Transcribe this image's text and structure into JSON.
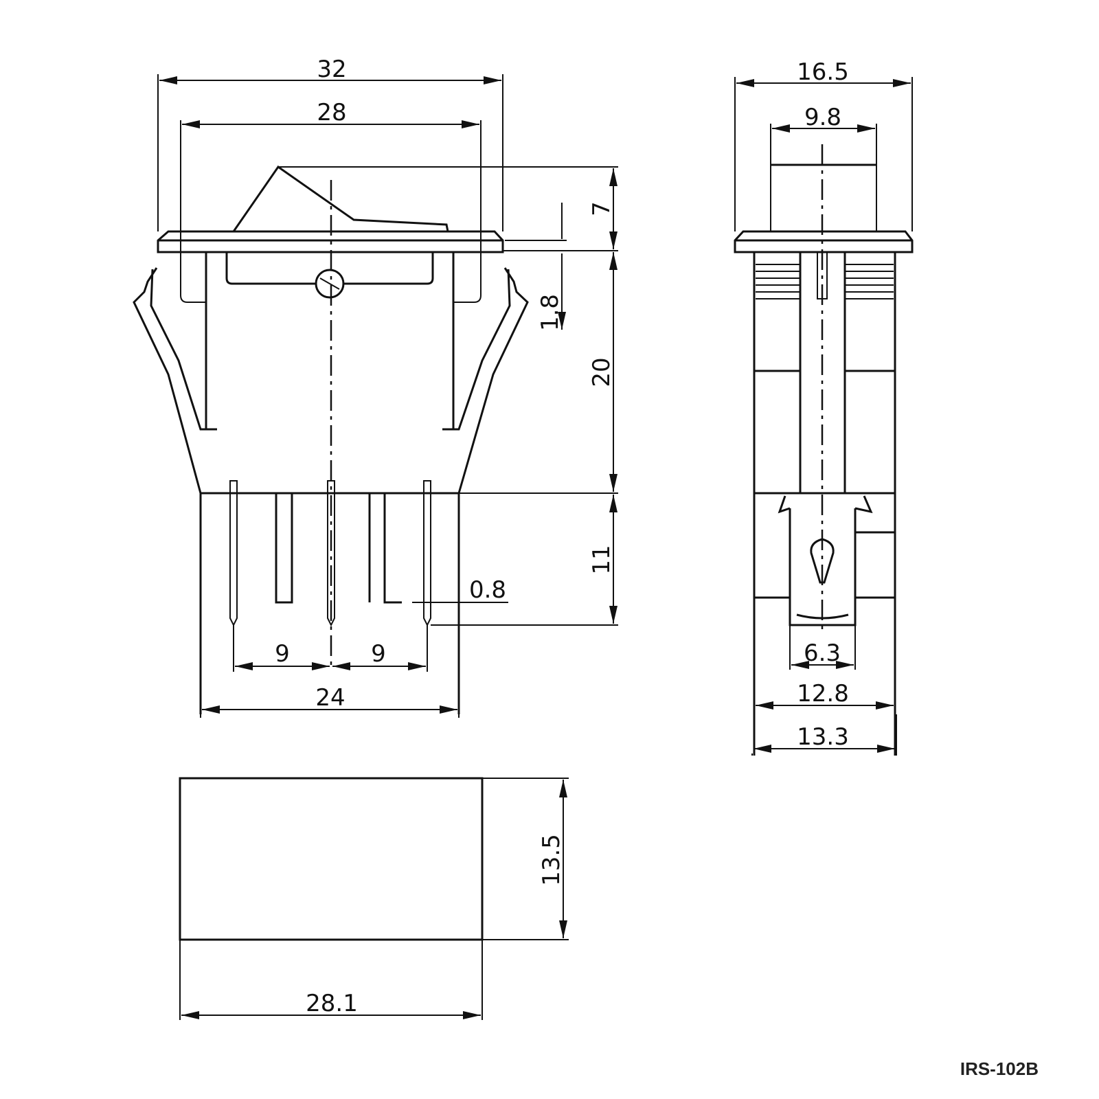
{
  "drawing_id": "IRS-102B",
  "front_view": {
    "overall_width": "32",
    "bezel_width": "28",
    "rocker_height": "7",
    "flange_thickness": "1.8",
    "body_height": "20",
    "terminal_length": "11",
    "terminal_thickness": "0.8",
    "pitch_left": "9",
    "pitch_right": "9",
    "body_width": "24"
  },
  "side_view": {
    "overall_width": "16.5",
    "rocker_width": "9.8",
    "terminal_width": "6.3",
    "body_inner_width": "12.8",
    "body_outer_width": "13.3"
  },
  "cutout_view": {
    "height": "13.5",
    "width": "28.1"
  }
}
